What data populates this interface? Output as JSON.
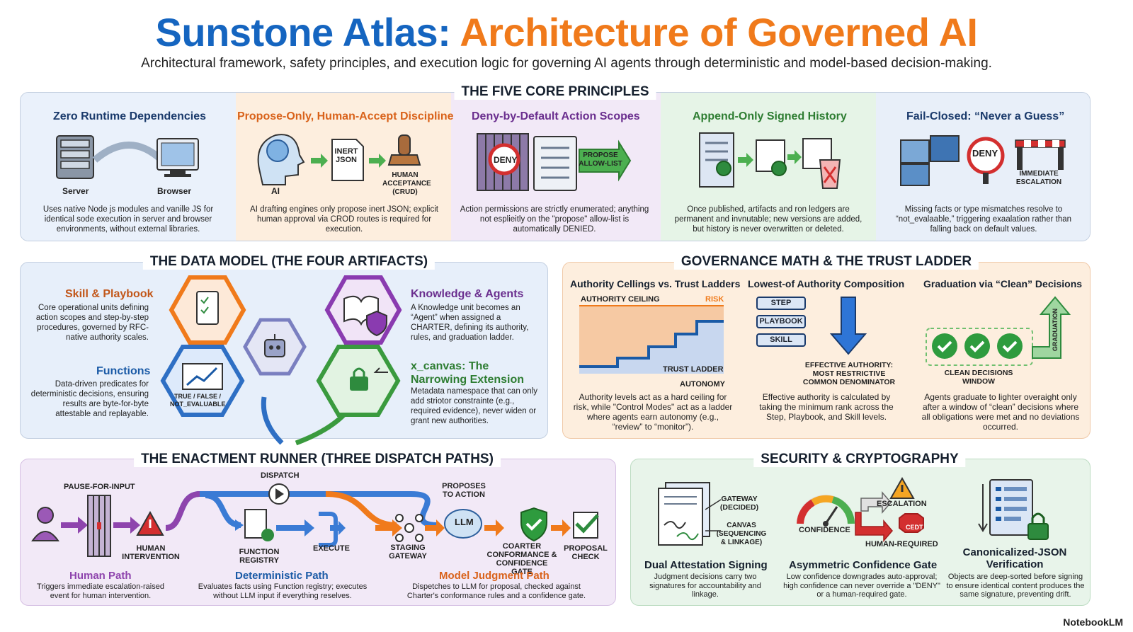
{
  "title": {
    "part1": "Sunstone Atlas:",
    "part2": "Architecture of Governed AI"
  },
  "subtitle": "Architectural framework, safety principles, and execution logic for governing AI agents through deterministic and model-based decision-making.",
  "principles": {
    "heading": "THE FIVE CORE PRINCIPLES",
    "items": [
      {
        "title": "Zero Runtime Dependencies",
        "labels": [
          "Server",
          "Browser"
        ],
        "text": "Uses native Node js modules and vanille JS for identical sode execution in server and browser environments, without external libraries."
      },
      {
        "title": "Propose-Only, Human-Accept Discipline",
        "labels": [
          "AI",
          "INERT JSON",
          "HUMAN ACCEPTANCE (CRUD)"
        ],
        "text": "AI drafting engines only propose inert JSON; explicit human approval via CROD routes is required for execution."
      },
      {
        "title": "Deny-by-Default Action Scopes",
        "labels": [
          "DENY",
          "PROPOSE ALLOW-LIST"
        ],
        "text": "Action permissions are strictly enumerated; anything not esplieitly on the \"propose\" allow-list is automatically DENIED."
      },
      {
        "title": "Append-Only Signed History",
        "labels": [],
        "text": "Once published, artifacts and ron ledgers are permanent and invnutable; new versions are added, but history is never overwritten or deleted."
      },
      {
        "title": "Fail-Closed: “Never a Guess”",
        "labels": [
          "DENY",
          "IMMEDIATE ESCALATION"
        ],
        "text": "Missing facts or type mismatches resolve to “not_evalaable,” triggering exaalation rather than falling back on default values."
      }
    ]
  },
  "data_model": {
    "heading": "THE DATA MODEL (THE FOUR ARTIFACTS)",
    "skill": {
      "title": "Skill & Playbook",
      "text": "Core operational units defining action scopes and step-by-step procedures, governed by RFC-native authority scales."
    },
    "functions": {
      "title": "Functions",
      "text": "Data-driven predicates for deterministic decisions, ensuring results are byte-for-byte attestable and replayable."
    },
    "knowledge": {
      "title": "Knowledge & Agents",
      "text": "A Knowledge unit becomes an “Agent” when assigned a CHARTER, defining its authority, rules, and graduation ladder."
    },
    "xcanvas": {
      "title": "x_canvas: The Narrowing Extension",
      "text": "Metadata namespace that can only add striotor constrainte (e.g., required evidence), never widen or grant new authorities."
    },
    "hex_label": "TRUE / FALSE / NOT_EVALUABLE"
  },
  "governance": {
    "heading": "GOVERNANCE MATH & THE TRUST LADDER",
    "col1": {
      "title": "Authority Cellings vs. Trust Ladders",
      "ceiling": "AUTHORITY CEILING",
      "risk": "RISK",
      "ladder": "TRUST LADDER",
      "autonomy": "AUTONOMY",
      "text": "Authority levels act as a hard ceiling for risk, while \"Control Modes\" act as a ladder where agents earn autonomy (e.g., “review” to “monitor”)."
    },
    "col2": {
      "title": "Lowest-of Authority Composition",
      "levels": [
        "STEP",
        "PLAYBOOK",
        "SKILL"
      ],
      "effective": "EFFECTIVE AUTHORITY: MOST RESTRICTIVE COMMON DENOMINATOR",
      "text": "Effective authority is calculated by taking the minimum rank across the Step, Playbook, and Skill levels."
    },
    "col3": {
      "title": "Graduation via “Clean” Decisions",
      "window": "CLEAN DECISIONS WINDOW",
      "grad": "GRADUATION",
      "text": "Agents graduate to lighter overaight only after a window of “clean” decisions where all obligations were met and no deviations occurred."
    }
  },
  "runner": {
    "heading": "THE ENACTMENT RUNNER (THREE DISPATCH PATHS)",
    "labels": {
      "pause": "PAUSE-FOR-INPUT",
      "dispatch": "DISPATCH",
      "proposes": "PROPOSES TO ACTION",
      "human_int": "HUMAN INTERVENTION",
      "registry": "FUNCTION REGISTRY",
      "execute": "EXECUTE",
      "staging": "STAGING GATEWAY",
      "llm": "LLM",
      "coarter": "COARTER CONFORMANCE & CONFIDENCE GATE",
      "proposal": "PROPOSAL CHECK"
    },
    "paths": [
      {
        "title": "Human Path",
        "text": "Triggers immediate escalation-raised event for human intervention."
      },
      {
        "title": "Deterministic Path",
        "text": "Evaluates facts using Function registry; executes without LLM input if everything reselves."
      },
      {
        "title": "Model Judgment Path",
        "text": "Dispetches to LLM for proposal, checked against Charter's conformance rules and a confidence gate."
      }
    ]
  },
  "security": {
    "heading": "SECURITY & CRYPTOGRAPHY",
    "items": [
      {
        "title": "Dual Attestation Signing",
        "labels": [
          "GATEWAY (DECIDED)",
          "CANVAS (SEQUENCING & LINKAGE)"
        ],
        "text": "Judgment decisions carry two signatures for accountability and linkage."
      },
      {
        "title": "Asymmetric Confidence Gate",
        "labels": [
          "CONFIDENCE",
          "ESCALATION",
          "HUMAN-REQUIRED",
          "CEDT"
        ],
        "text": "Low confidence downgrades auto-approval; high confidence can never override a \"DENY\" or a human-required gate."
      },
      {
        "title": "Canonicalized-JSON Verification",
        "labels": [],
        "text": "Objects are deep-sorted before signing to ensure identical content produces the same signature, preventing drift."
      }
    ]
  },
  "brand": "NotebookLM",
  "colors": {
    "blue": "#1565c0",
    "orange": "#f07a1b",
    "purple": "#7b3aa3",
    "green": "#2e8b3e",
    "red": "#d32f2f",
    "navy": "#1a3a6b"
  }
}
